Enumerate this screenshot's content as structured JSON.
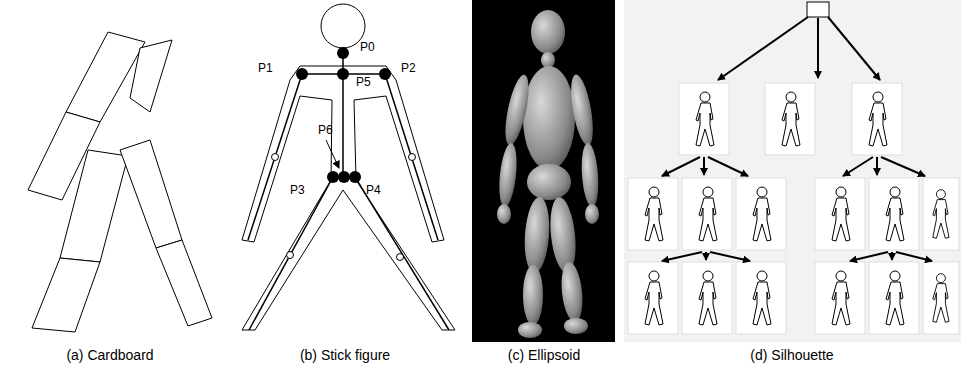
{
  "diagram": {
    "labels": [
      "P0",
      "P1",
      "P2",
      "P5",
      "P6",
      "P3",
      "P4",
      "(a) Cardboard",
      "(b) Stick figure",
      "(c) Ellipsoid",
      "(d) Silhouette"
    ]
  }
}
